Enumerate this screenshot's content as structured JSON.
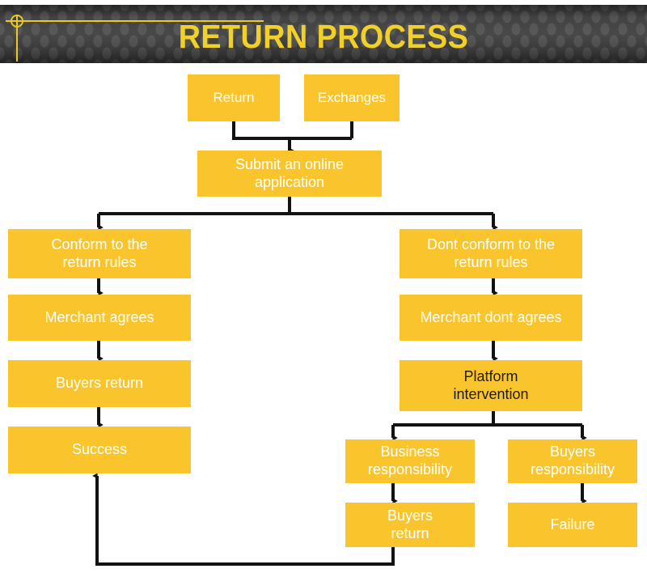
{
  "header": {
    "title": "RETURN PROCESS",
    "title_color": "#f0d029",
    "background_color": "#343434",
    "decoration": {
      "circle": "crosshair-circle",
      "line_horizontal": "yellow-rule",
      "line_vertical": "yellow-rule",
      "color": "#e8c928"
    }
  },
  "theme": {
    "node_fill": "#fac52c",
    "node_text": "#ffffff",
    "node_text_alt": "#1a1a1a",
    "connector": "#121212",
    "page_background": "#ffffff"
  },
  "flowchart": {
    "type": "flowchart",
    "orientation": "top-down",
    "nodes": [
      {
        "id": "return",
        "label": "Return",
        "text_color": "white"
      },
      {
        "id": "exchanges",
        "label": "Exchanges",
        "text_color": "white"
      },
      {
        "id": "submit",
        "label": "Submit an online\napplication",
        "text_color": "white"
      },
      {
        "id": "conform",
        "label": "Conform to the\nreturn rules",
        "text_color": "white"
      },
      {
        "id": "merchant-agrees",
        "label": "Merchant agrees",
        "text_color": "white"
      },
      {
        "id": "buyers-return-left",
        "label": "Buyers return",
        "text_color": "white"
      },
      {
        "id": "success",
        "label": "Success",
        "text_color": "white"
      },
      {
        "id": "dont-conform",
        "label": "Dont conform to the\nreturn rules",
        "text_color": "white"
      },
      {
        "id": "merchant-dont",
        "label": "Merchant dont agrees",
        "text_color": "white"
      },
      {
        "id": "platform",
        "label": "Platform\nintervention",
        "text_color": "black"
      },
      {
        "id": "business-resp",
        "label": "Business\nresponsibility",
        "text_color": "white"
      },
      {
        "id": "buyers-resp",
        "label": "Buyers\nresponsibility",
        "text_color": "white"
      },
      {
        "id": "buyers-return-right",
        "label": "Buyers\nreturn",
        "text_color": "white"
      },
      {
        "id": "failure",
        "label": "Failure",
        "text_color": "white"
      }
    ],
    "edges": [
      {
        "from": "return",
        "to": "submit"
      },
      {
        "from": "exchanges",
        "to": "submit"
      },
      {
        "from": "submit",
        "to": "conform"
      },
      {
        "from": "submit",
        "to": "dont-conform"
      },
      {
        "from": "conform",
        "to": "merchant-agrees"
      },
      {
        "from": "merchant-agrees",
        "to": "buyers-return-left"
      },
      {
        "from": "buyers-return-left",
        "to": "success"
      },
      {
        "from": "dont-conform",
        "to": "merchant-dont"
      },
      {
        "from": "merchant-dont",
        "to": "platform"
      },
      {
        "from": "platform",
        "to": "business-resp"
      },
      {
        "from": "platform",
        "to": "buyers-resp"
      },
      {
        "from": "business-resp",
        "to": "buyers-return-right"
      },
      {
        "from": "buyers-resp",
        "to": "failure"
      },
      {
        "from": "buyers-return-right",
        "to": "success"
      }
    ]
  }
}
